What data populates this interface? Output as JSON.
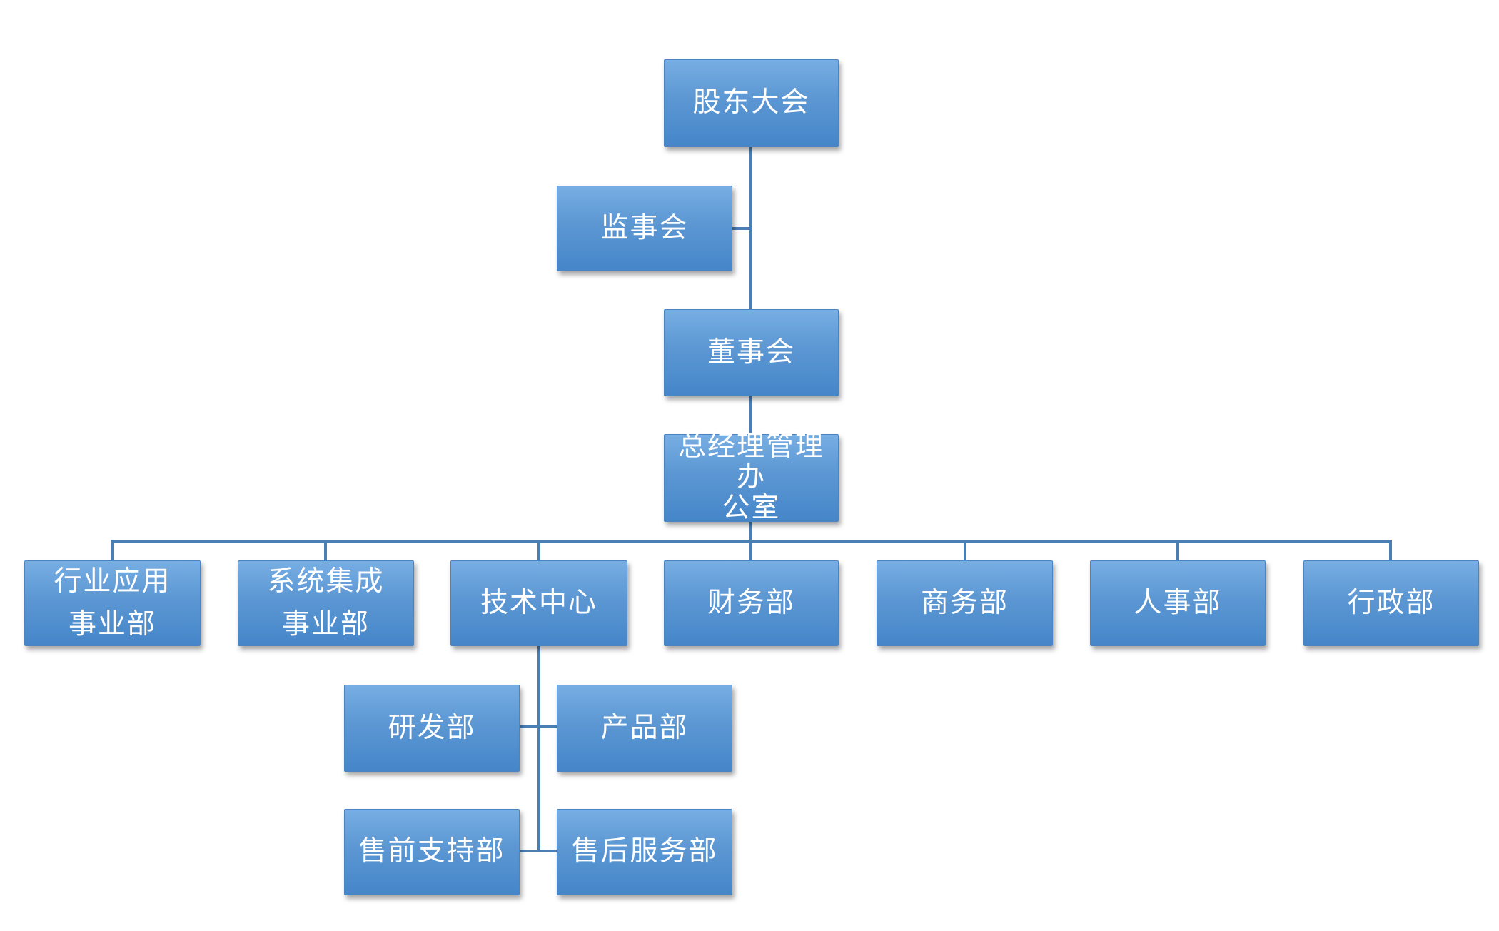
{
  "nodes": {
    "shareholders": "股东大会",
    "supervisors": "监事会",
    "board": "董事会",
    "gm_office": "总经理管理办\n公室",
    "industry_bu": "行业应用\n事业部",
    "integration_bu": "系统集成\n事业部",
    "tech_center": "技术中心",
    "finance": "财务部",
    "commerce": "商务部",
    "hr": "人事部",
    "admin": "行政部",
    "rnd": "研发部",
    "product": "产品部",
    "presales": "售前支持部",
    "aftersales": "售后服务部"
  }
}
